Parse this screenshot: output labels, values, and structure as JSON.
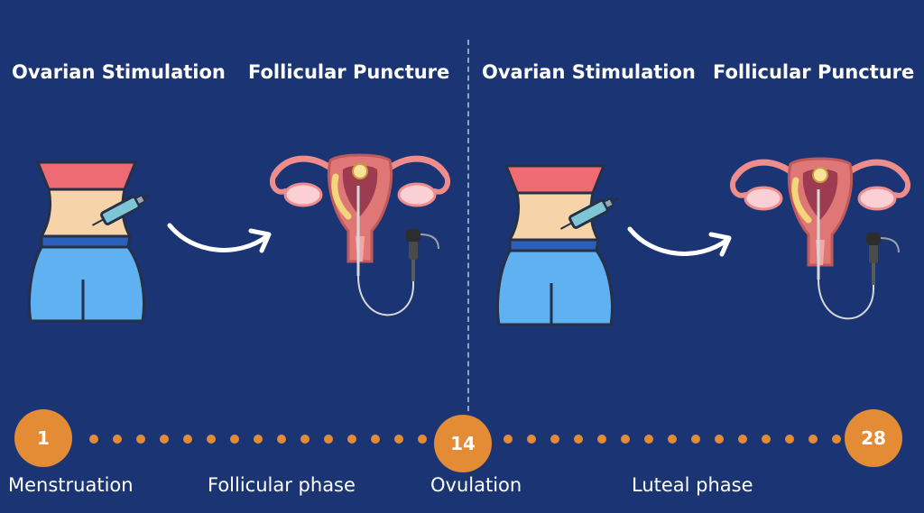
{
  "headings": [
    "Ovarian Stimulation",
    "Follicular Puncture",
    "Ovarian Stimulation",
    "Follicular Puncture"
  ],
  "timeline": {
    "nodes": [
      "1",
      "14",
      "28"
    ],
    "labels": [
      "Menstruation",
      "Follicular phase",
      "Ovulation",
      "Luteal phase"
    ]
  },
  "icons": [
    "abdomen-injection-icon",
    "curved-arrow-icon",
    "uterus-ultrasound-icon"
  ],
  "colors": {
    "background": "#1b3574",
    "accent": "#e38b35",
    "divider": "#8fa3c9"
  }
}
